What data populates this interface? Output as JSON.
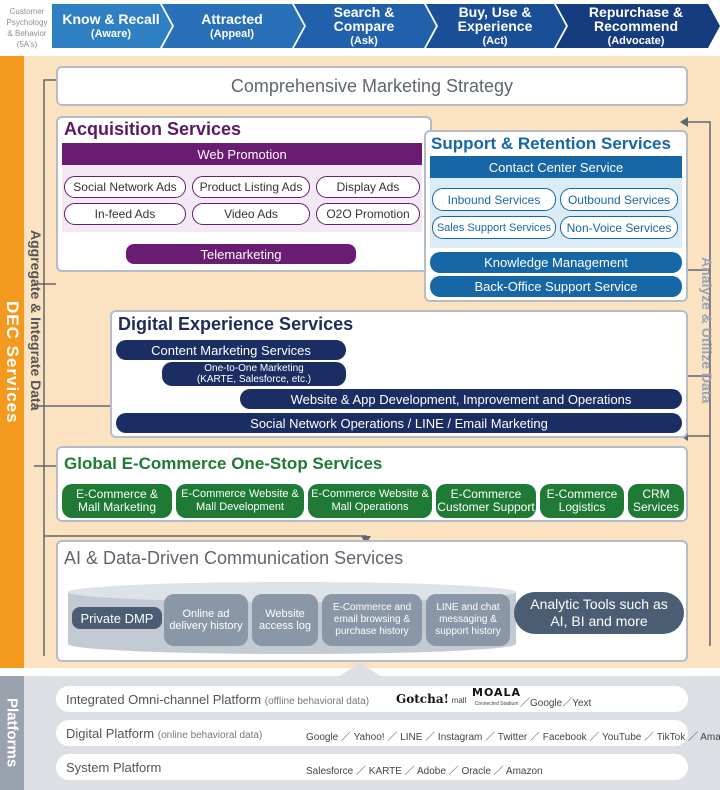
{
  "header": {
    "psychology_label": "Customer\nPsychology\n& Behavior\n(5A's)",
    "steps": [
      {
        "title": "Know & Recall",
        "sub": "(Aware)"
      },
      {
        "title": "Attracted",
        "sub": "(Appeal)"
      },
      {
        "title": "Search & Compare",
        "sub": "(Ask)"
      },
      {
        "title": "Buy, Use &\nExperience",
        "sub": "(Act)"
      },
      {
        "title": "Repurchase &\nRecommend",
        "sub": "(Advocate)"
      }
    ],
    "colors": [
      "#2f7fc3",
      "#2870b8",
      "#2161ab",
      "#1a4f98",
      "#163c80"
    ]
  },
  "dec": {
    "title": "DEC Services",
    "left_label": "Aggregate & Integrate Data",
    "right_label": "Analyze & Utilize Data",
    "strategy": "Comprehensive Marketing Strategy",
    "acquisition": {
      "title": "Acquisition Services",
      "web_promotion": "Web Promotion",
      "ads": [
        "Social Network Ads",
        "Product Listing Ads",
        "Display Ads",
        "In-feed Ads",
        "Video Ads",
        "O2O Promotion"
      ],
      "telemarketing": "Telemarketing"
    },
    "support": {
      "title": "Support & Retention Services",
      "contact_center": "Contact Center Service",
      "services": [
        "Inbound Services",
        "Outbound Services",
        "Sales Support Services",
        "Non-Voice Services"
      ],
      "knowledge": "Knowledge Management",
      "back_office": "Back-Office Support Service"
    },
    "digital": {
      "title": "Digital Experience Services",
      "content": "Content Marketing Services",
      "one_to_one": "One-to-One Marketing",
      "one_to_one_sub": "(KARTE, Salesforce, etc.)",
      "website": "Website & App Development, Improvement and Operations",
      "social": "Social Network  Operations / LINE / Email Marketing"
    },
    "global": {
      "title": "Global E-Commerce One-Stop Services",
      "items": [
        "E-Commerce &\nMall Marketing",
        "E-Commerce Website &\nMall Development",
        "E-Commerce Website &\nMall Operations",
        "E-Commerce\nCustomer Support",
        "E-Commerce\nLogistics",
        "CRM\nServices"
      ]
    },
    "ai": {
      "title": "AI & Data-Driven Communication Services",
      "dmp": "Private DMP",
      "data": [
        "Online ad\ndelivery history",
        "Website\naccess log",
        "E-Commerce and\nemail browsing &\npurchase history",
        "LINE and chat\nmessaging &\nsupport history"
      ],
      "tools": "Analytic Tools such as\nAI, BI and more"
    }
  },
  "platforms": {
    "title": "Platforms",
    "rows": [
      {
        "name": "Integrated Omni-channel Platform",
        "note": "(offline behavioral data)",
        "logos": [
          "Gotcha!",
          "mall",
          "MOALA",
          "Connected Stadium"
        ],
        "list": "／Google／Yext"
      },
      {
        "name": "Digital Platform",
        "note": "(online behavioral data)",
        "list": "Google ／ Yahoo! ／ LINE ／ Instagram ／ Twitter ／ Facebook ／ YouTube ／ TikTok ／ Amazon"
      },
      {
        "name": "System Platform",
        "note": "",
        "list": "Salesforce ／ KARTE ／ Adobe ／ Oracle ／ Amazon"
      }
    ]
  }
}
